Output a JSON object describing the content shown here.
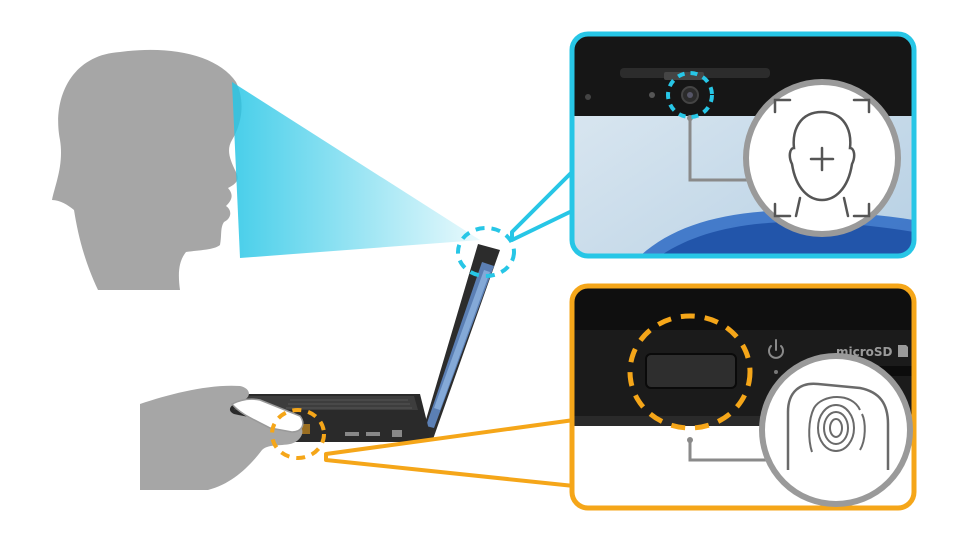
{
  "figure": {
    "type": "biometric-login-illustration",
    "features": [
      {
        "name": "face-recognition",
        "accent": "#27c6e6"
      },
      {
        "name": "fingerprint-reader",
        "accent": "#f5a619"
      }
    ]
  },
  "labels": {
    "card_slot": "microSD"
  },
  "colors": {
    "cyan": "#27c6e6",
    "orange": "#f5a619",
    "silhouette": "#a6a6a6",
    "panel_bg": "#1b1b1b",
    "screen_blue": "#c8dcea"
  },
  "icons": {
    "face": "face-scan-icon",
    "fingerprint": "fingerprint-icon",
    "power": "power-icon",
    "sd": "sd-card-icon"
  }
}
